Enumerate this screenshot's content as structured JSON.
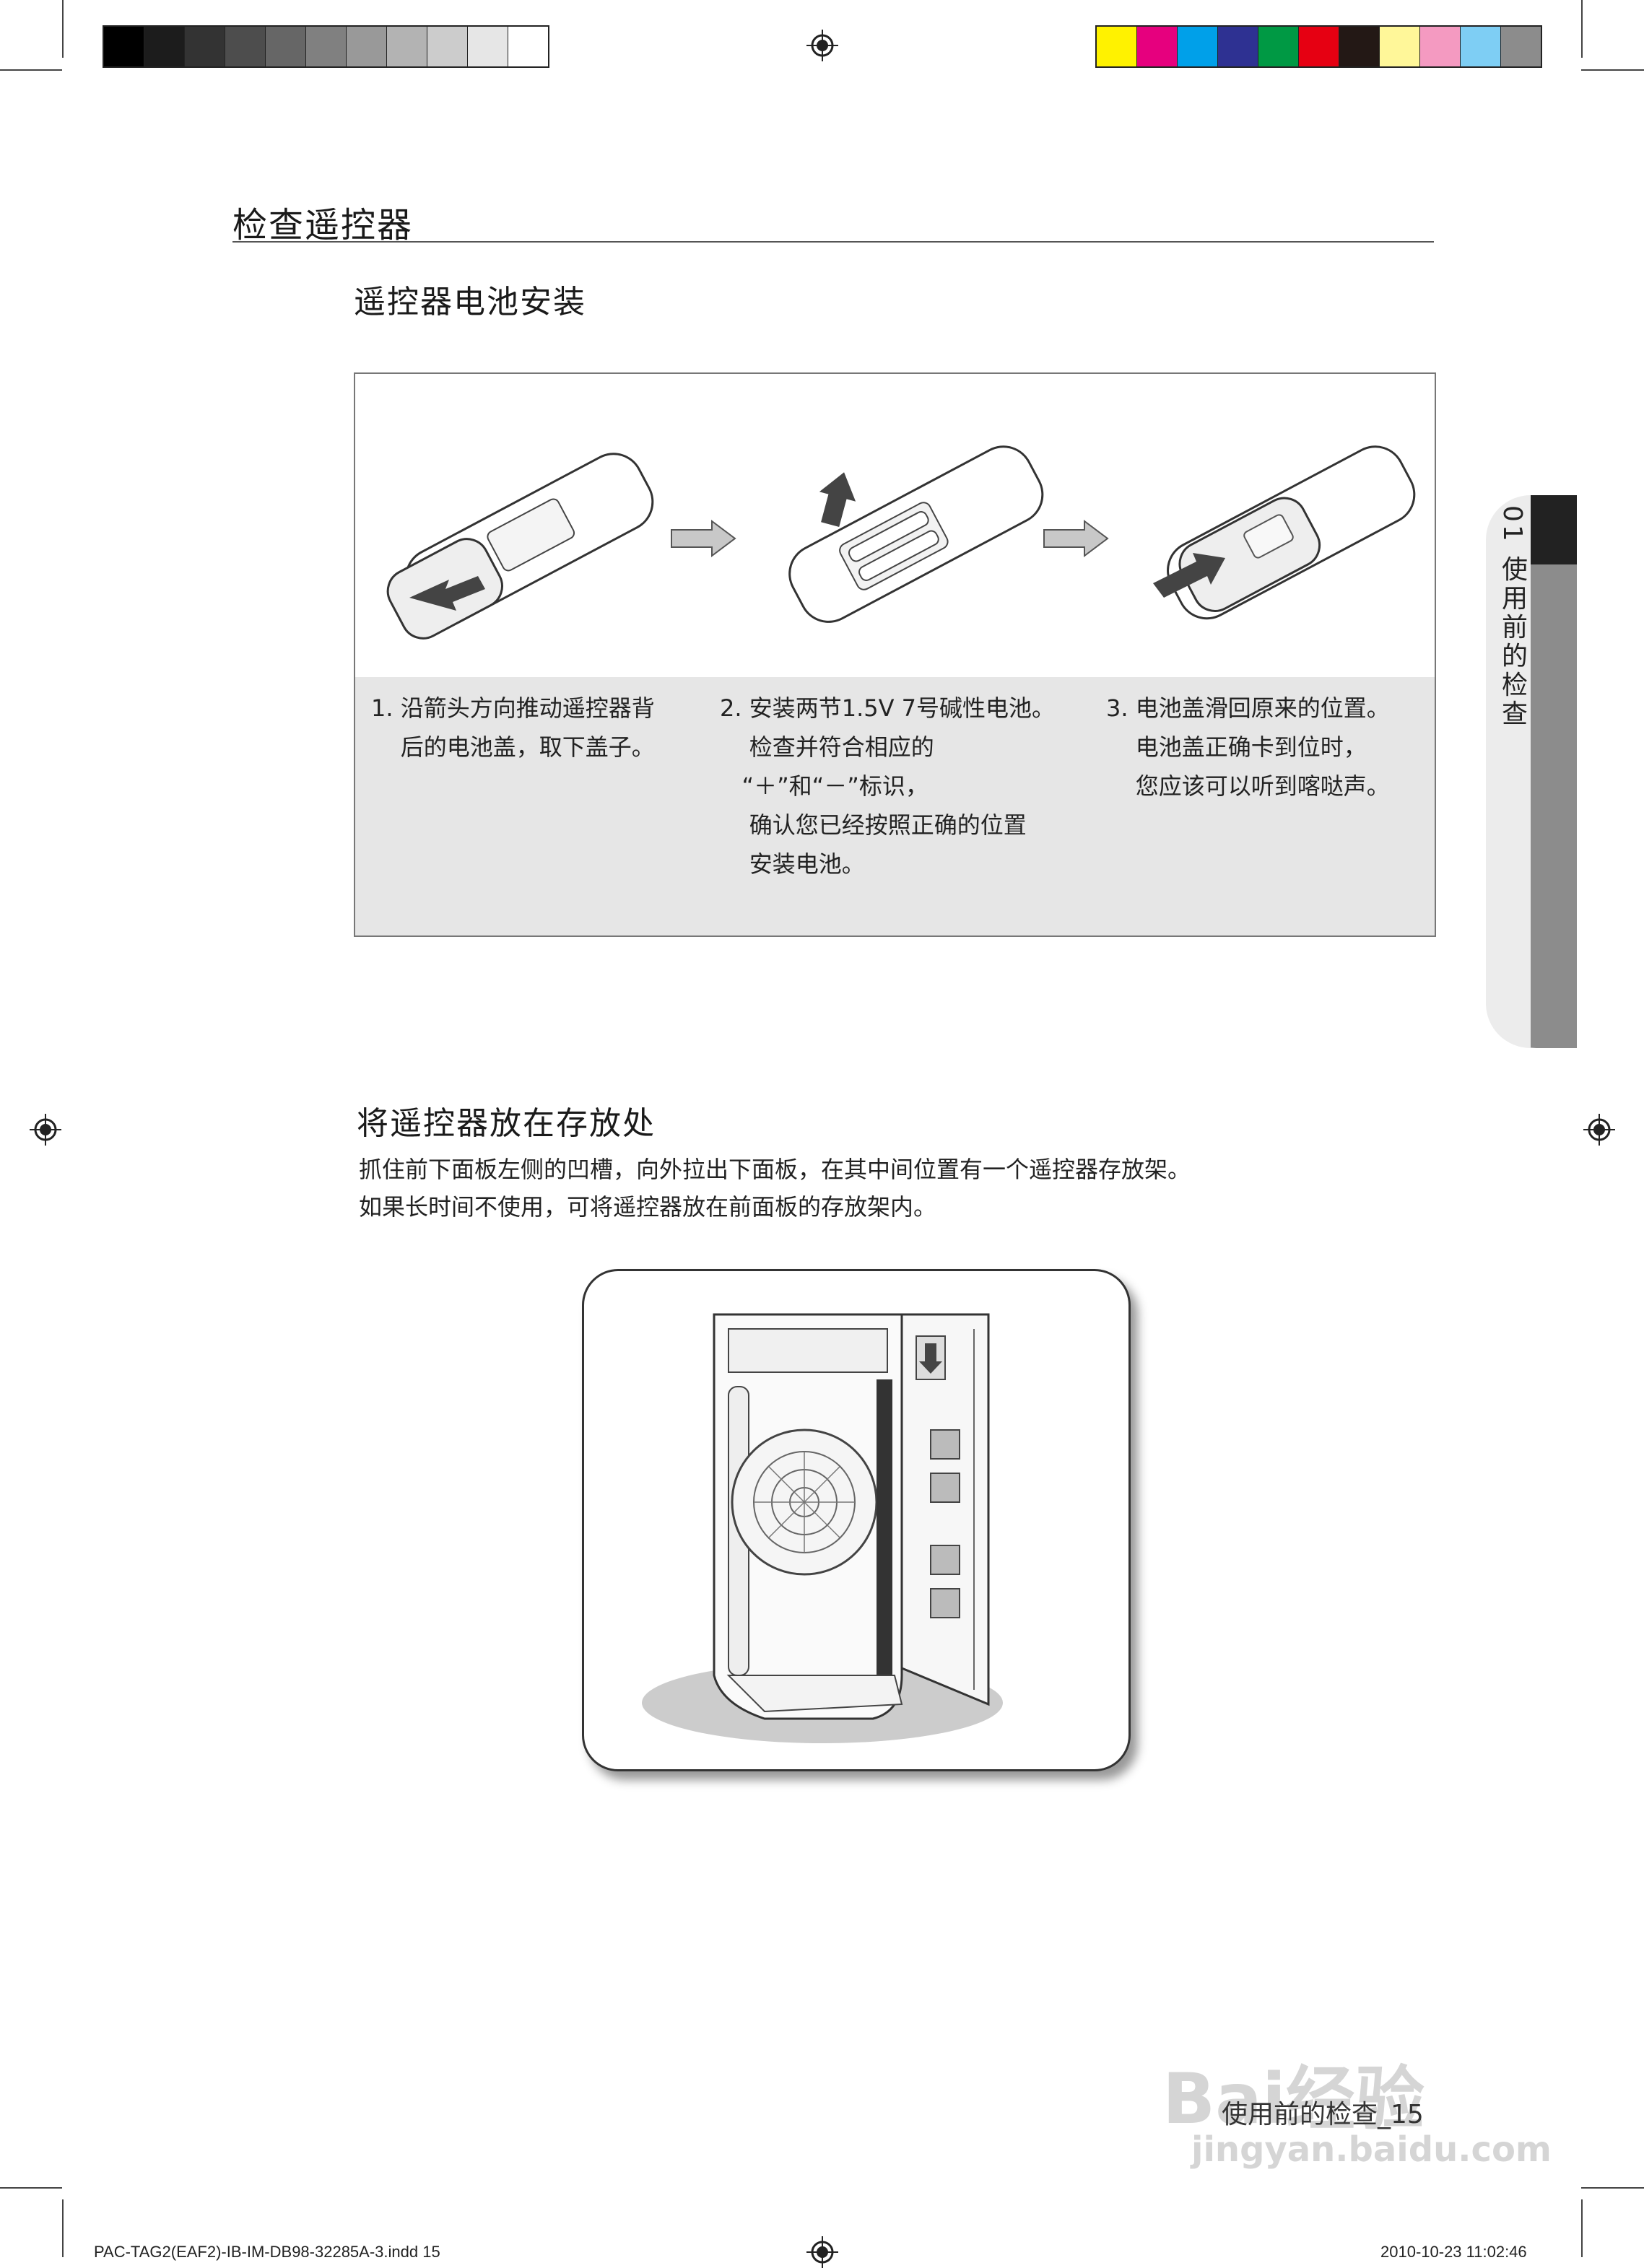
{
  "section": {
    "title": "检查遥控器",
    "battery_heading": "遥控器电池安装",
    "storage_heading": "将遥控器放在存放处"
  },
  "steps": [
    {
      "text": "1. 沿箭头方向推动遥控器背\n    后的电池盖，取下盖子。"
    },
    {
      "text": "2. 安装两节1.5V 7号碱性电池。\n    检查并符合相应的\n   “＋”和“－”标识，\n    确认您已经按照正确的位置\n    安装电池。"
    },
    {
      "text": "3. 电池盖滑回原来的位置。\n    电池盖正确卡到位时，\n    您应该可以听到喀哒声。"
    }
  ],
  "storage_text": {
    "line1": "抓住前下面板左侧的凹槽，向外拉出下面板，在其中间位置有一个遥控器存放架。",
    "line2": "如果长时间不使用，可将遥控器放在前面板的存放架内。"
  },
  "side_tab": {
    "label": "01 使用前的检查"
  },
  "footer": {
    "page_label": "使用前的检查_15",
    "file_info": "PAC-TAG2(EAF2)-IB-IM-DB98-32285A-3.indd   15",
    "timestamp": "2010-10-23   11:02:46"
  },
  "watermark": {
    "brand": "Bai经验",
    "url": "jingyan.baidu.com"
  },
  "colors": {
    "grayscale_bar": [
      "#000000",
      "#1c1c1c",
      "#333333",
      "#4d4d4d",
      "#666666",
      "#808080",
      "#999999",
      "#b3b3b3",
      "#cccccc",
      "#e6e6e6",
      "#ffffff"
    ],
    "color_bar": [
      "#fff200",
      "#e6007e",
      "#00a0e9",
      "#2e3192",
      "#009944",
      "#e60012",
      "#231815",
      "#fff799",
      "#f49ac1",
      "#7ecef4",
      "#8c8c8c"
    ],
    "panel_grey": "#e6e6e6",
    "tab_dark": "#222222"
  }
}
